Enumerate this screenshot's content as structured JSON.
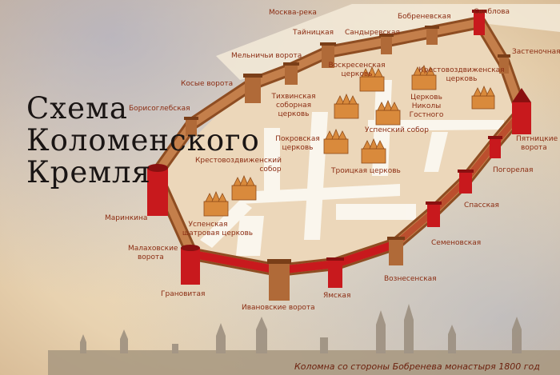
{
  "title": {
    "line1": "Схема",
    "line2": "Коломенского",
    "line3": "Кремля"
  },
  "caption": "Коломна со стороны Бобреневa монастыря 1800 год",
  "river": "Москва-река",
  "towers": {
    "sviblova": "Свиблова",
    "bobrenevskaya": "Бобреневская",
    "sandyrevskaya": "Сандыревская",
    "tainitskaya": "Тайницкая",
    "melnichny": "Мельничьи ворота",
    "kosye": "Косые ворота",
    "borisoglebskaya": "Борисоглебская",
    "zastenochnaya": "Застеночная",
    "pyatnitskie_1": "Пятницкие",
    "pyatnitskie_2": "ворота",
    "pogorelaya": "Погорелая",
    "spasskaya": "Спасская",
    "semenovskaya": "Семеновская",
    "voznesenskaya": "Вознесенская",
    "yamskaya": "Ямская",
    "ivanovskie": "Ивановские ворота",
    "granovitaya": "Грановитая",
    "malakhovskie_1": "Малаховские",
    "malakhovskie_2": "ворота",
    "marinkina": "Маринкина"
  },
  "churches": {
    "voskresenskaya_1": "Воскресенская",
    "voskresenskaya_2": "церковь",
    "krestovozdv_1": "Крестовоздвиженская",
    "krestovozdv_2": "церковь",
    "tikhvinskaya_1": "Тихвинская",
    "tikhvinskaya_2": "соборная",
    "tikhvinskaya_3": "церковь",
    "nikoly_1": "Церковь",
    "nikoly_2": "Николы",
    "nikoly_3": "Гостного",
    "uspensky_sobor": "Успенский собор",
    "pokrovskaya_1": "Покровская",
    "pokrovskaya_2": "церковь",
    "krestovozdv_sobor_1": "Крестовоздвиженский",
    "krestovozdv_sobor_2": "собор",
    "troitskaya": "Троицкая церковь",
    "uspenskaya_shatr_1": "Успенская",
    "uspenskaya_shatr_2": "шатровая церковь"
  },
  "colors": {
    "wall": "#b06a38",
    "wall_top": "#d69a66",
    "tower_red": "#c8191d",
    "label": "#8b2d13",
    "street": "#fbf8f0"
  }
}
